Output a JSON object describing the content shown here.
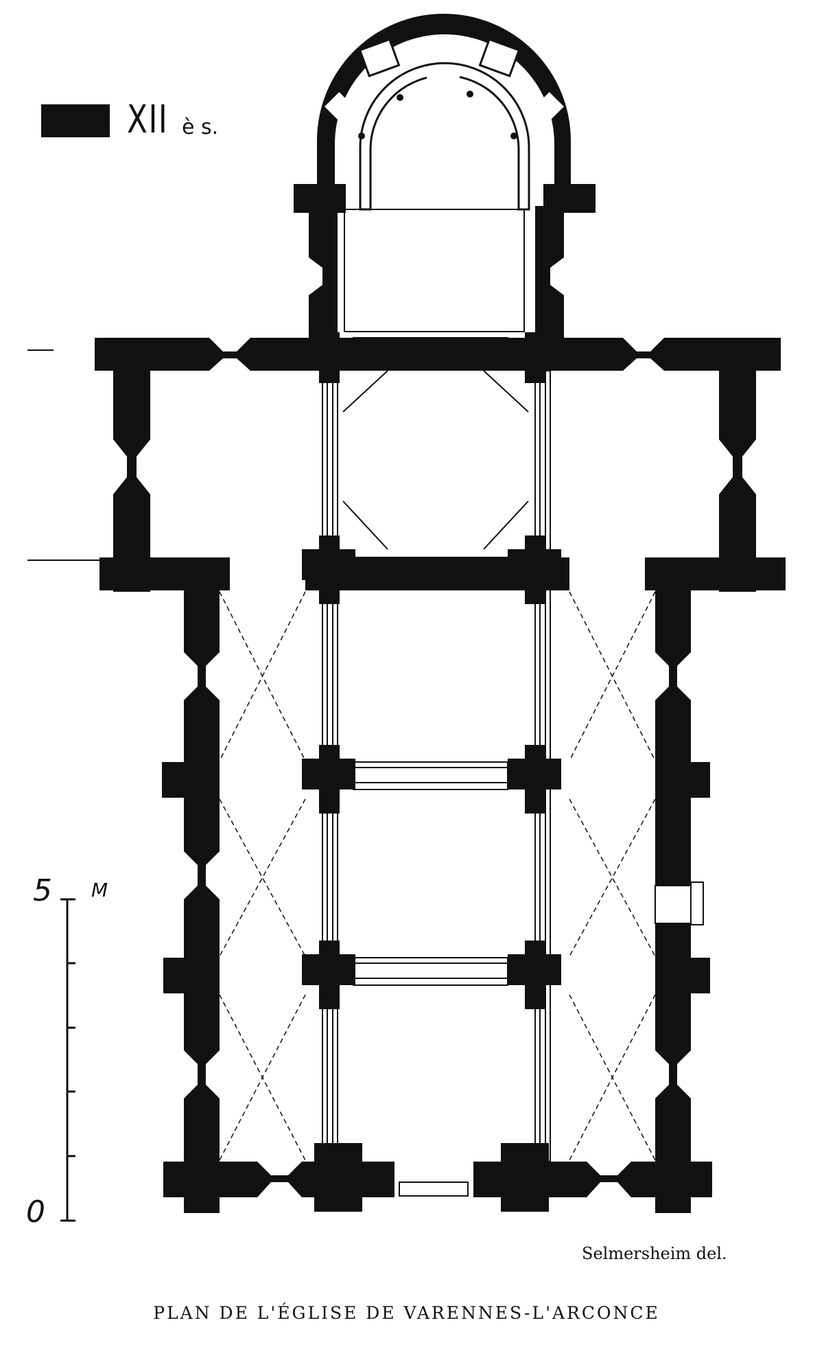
{
  "legend": {
    "label": "XII",
    "suffix": "è s.",
    "color": "#111111"
  },
  "scale": {
    "top_value": "5",
    "unit": "M",
    "bottom_value": "0"
  },
  "credit": "Selmersheim del.",
  "title": "PLAN DE L'ÉGLISE DE VARENNES-L'ARCONCE",
  "colors": {
    "wall": "#111111",
    "paper": "#ffffff"
  }
}
